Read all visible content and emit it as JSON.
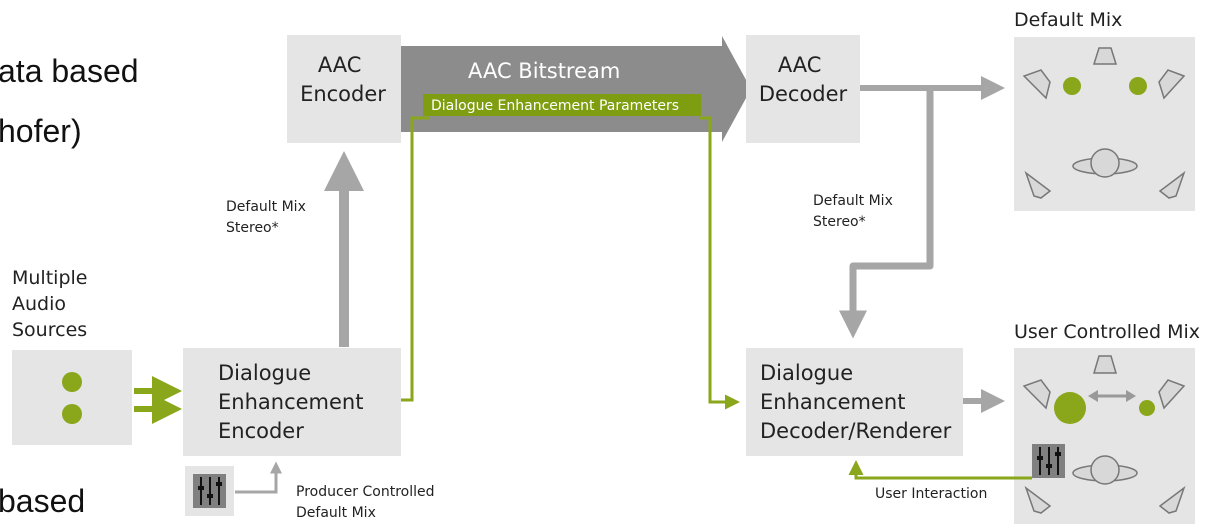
{
  "slide_fragments": {
    "line1": "ata based",
    "line2": "hofer)",
    "line3": "based"
  },
  "labels": {
    "multiple_audio_sources": [
      "Multiple",
      "Audio",
      "Sources"
    ],
    "aac_encoder": [
      "AAC",
      "Encoder"
    ],
    "aac_bitstream": "AAC Bitstream",
    "dialogue_enhancement_parameters": "Dialogue Enhancement Parameters",
    "aac_decoder": [
      "AAC",
      "Decoder"
    ],
    "default_mix_title": "Default Mix",
    "user_controlled_mix_title": "User Controlled Mix",
    "default_mix_stereo_left": [
      "Default Mix",
      "Stereo*"
    ],
    "default_mix_stereo_right": [
      "Default Mix",
      "Stereo*"
    ],
    "de_encoder": [
      "Dialogue",
      "Enhancement",
      "Encoder"
    ],
    "de_decoder": [
      "Dialogue",
      "Enhancement",
      "Decoder/Renderer"
    ],
    "producer_controlled": [
      "Producer Controlled",
      "Default Mix"
    ],
    "user_interaction": "User Interaction"
  },
  "colors": {
    "box": "#e5e5e5",
    "arrow_gray": "#a6a6a6",
    "bitstream_gray": "#8c8c8c",
    "green": "#8aa61a",
    "green_label_bg": "#7f9d10"
  }
}
